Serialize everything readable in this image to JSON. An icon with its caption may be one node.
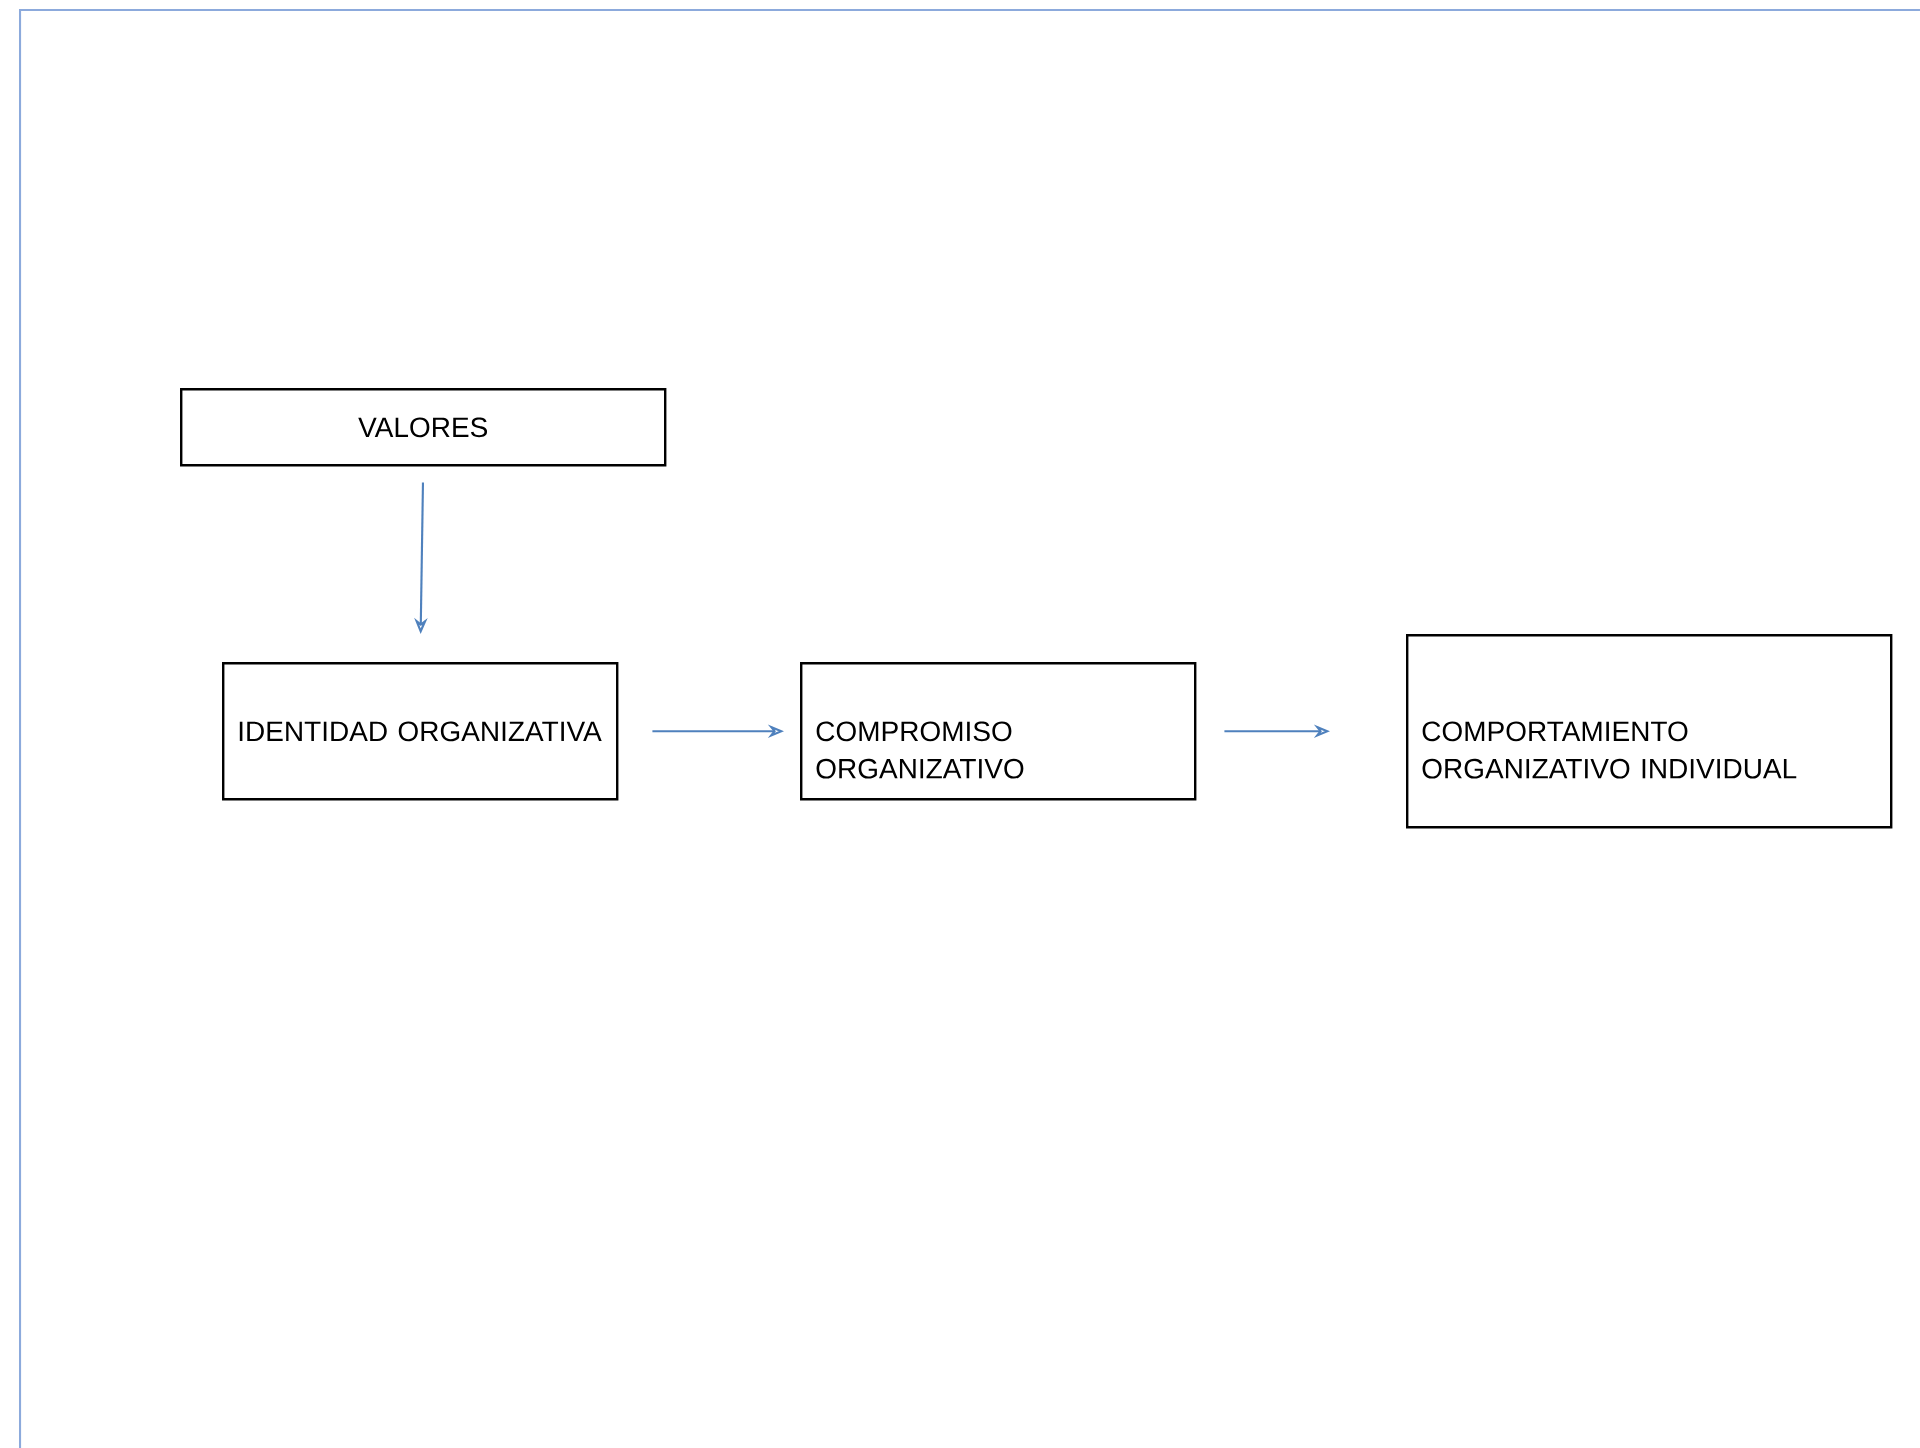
{
  "diagram": {
    "nodes": [
      {
        "text": [
          "VALORES"
        ]
      },
      {
        "text": [
          "IDENTIDAD ORGANIZATIVA"
        ]
      },
      {
        "text": [
          "COMPROMISO ORGANIZATIVO"
        ]
      },
      {
        "text": [
          "COMPORTAMIENTO ORGANIZATIVO INDIVIDUAL"
        ]
      }
    ],
    "edges": [
      {
        "from": 0,
        "to": 1,
        "arrow": "to"
      },
      {
        "from": 1,
        "to": 2,
        "arrow": "to"
      },
      {
        "from": 2,
        "to": 3,
        "arrow": "to"
      }
    ]
  }
}
